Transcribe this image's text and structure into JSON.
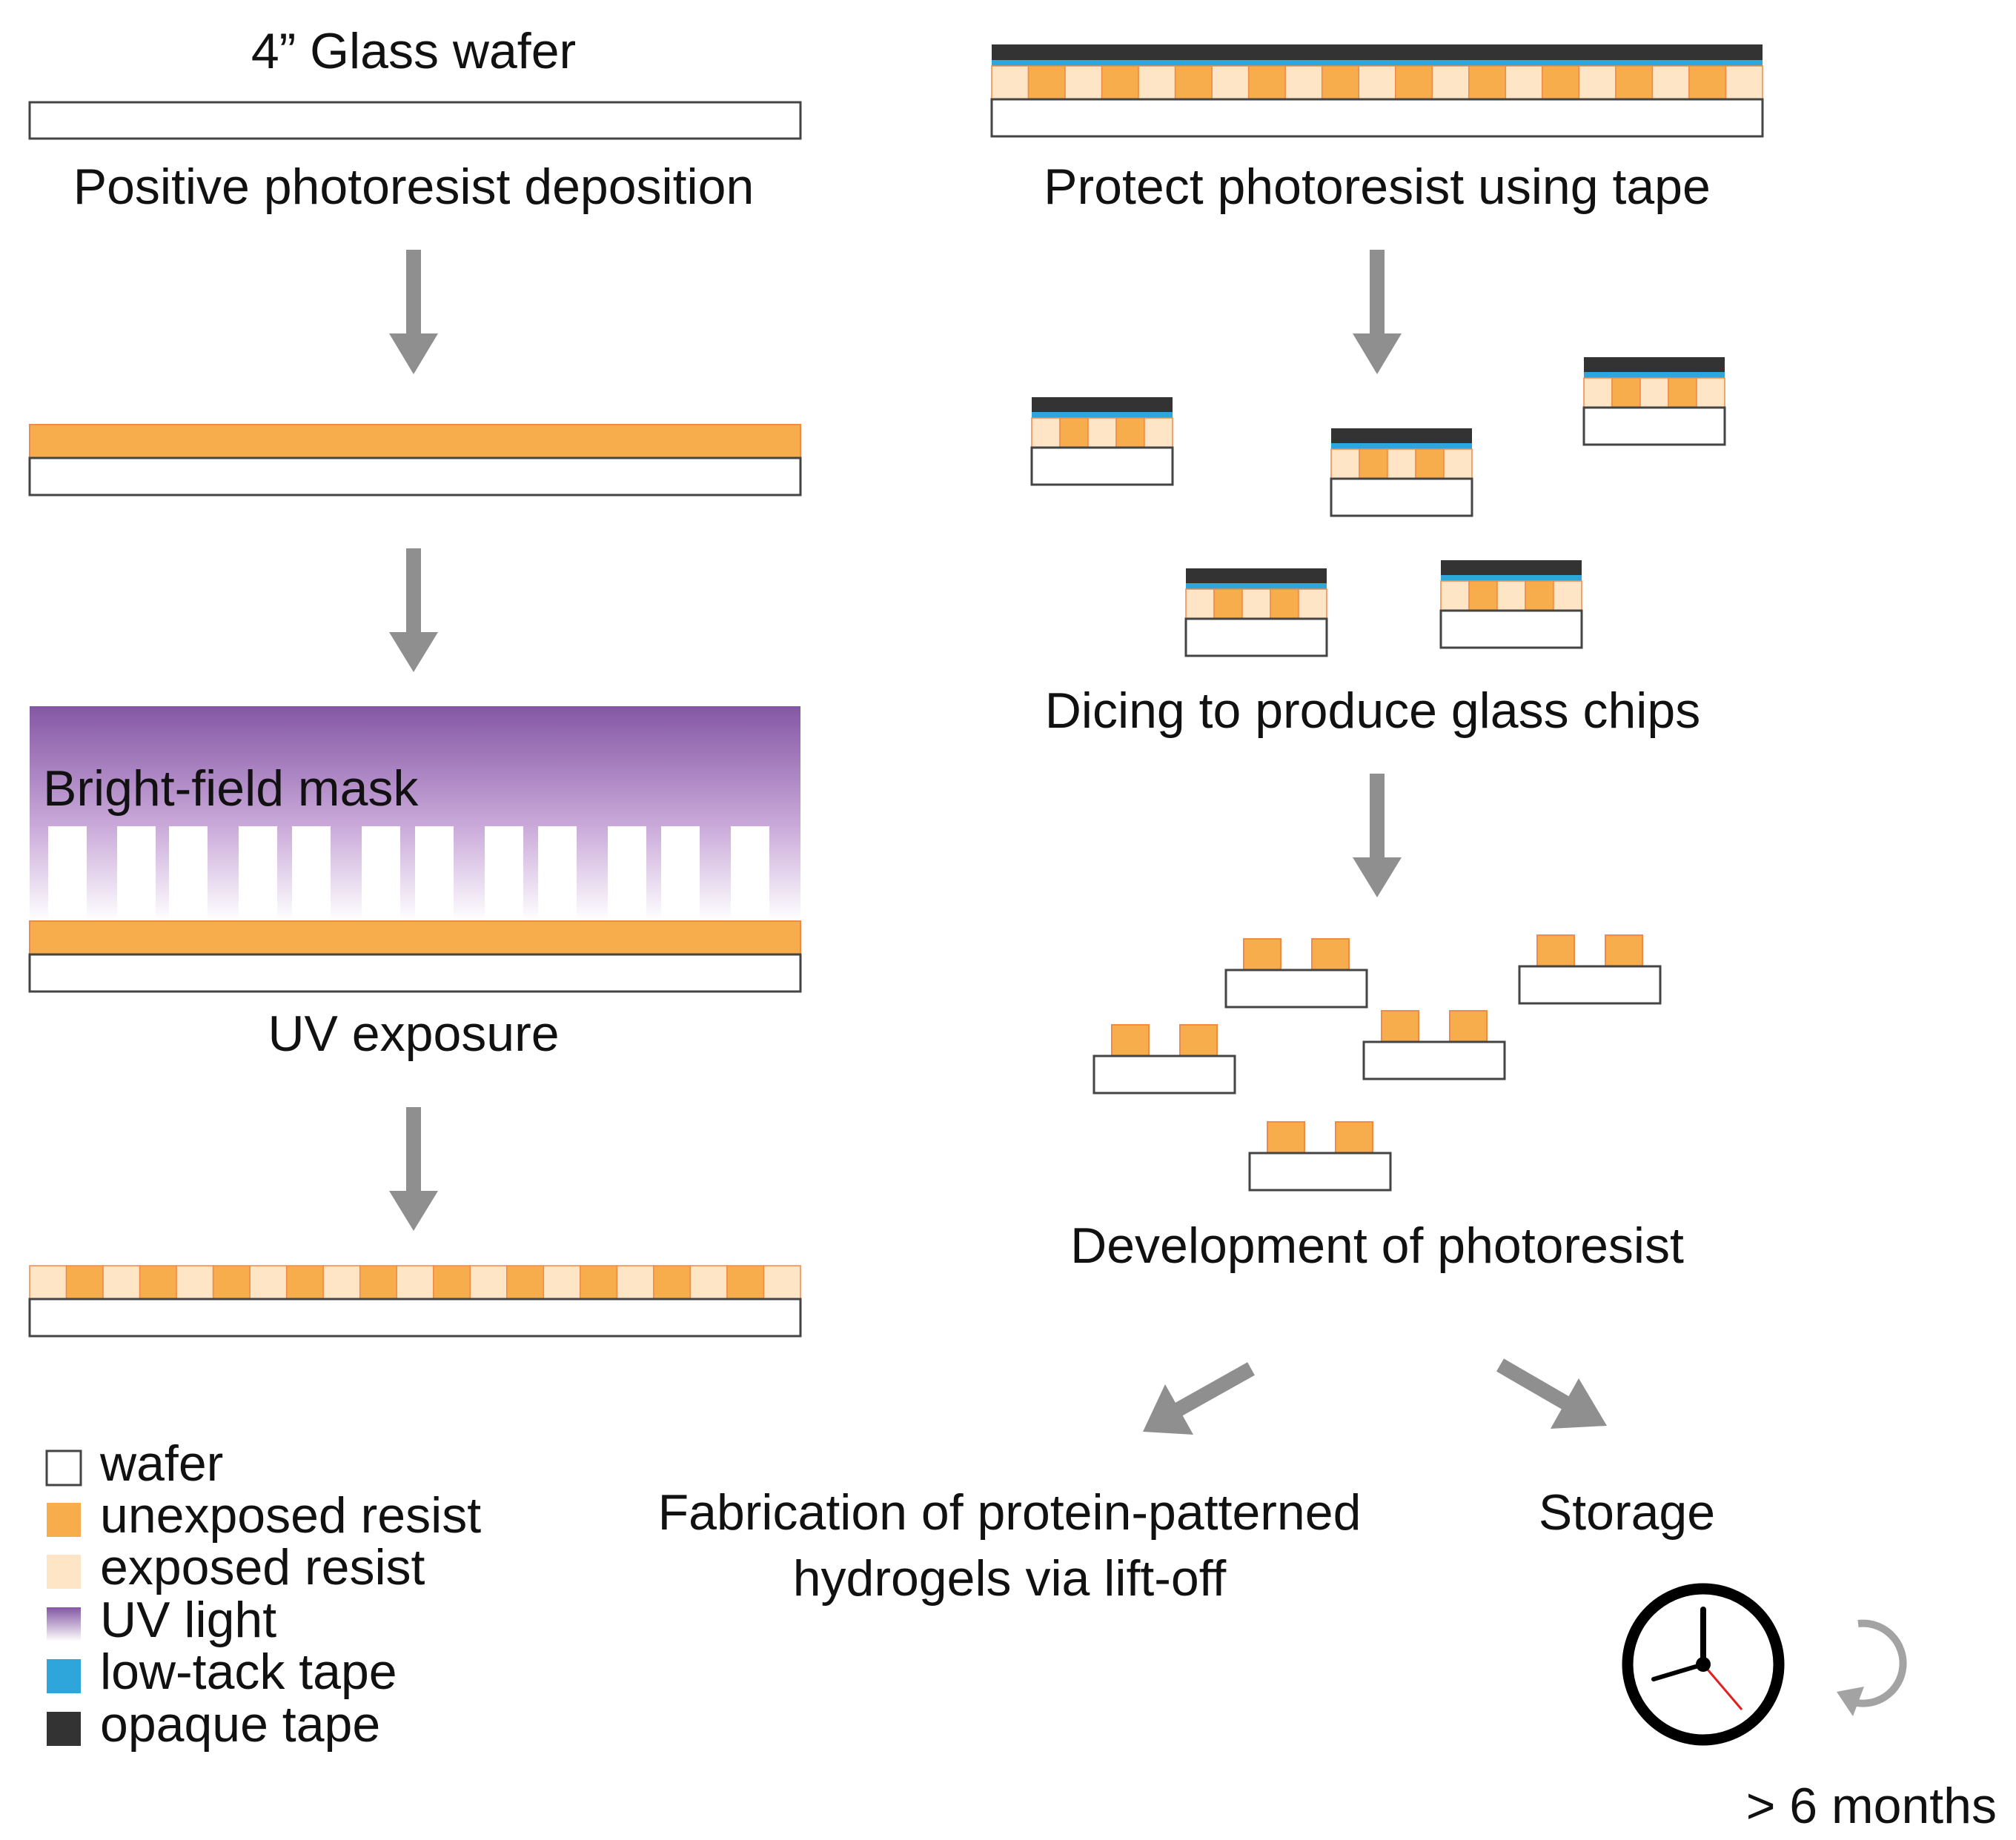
{
  "labels": {
    "glass_wafer": "4” Glass wafer",
    "photoresist_deposition": "Positive photoresist deposition",
    "mask": "Bright-field mask",
    "uv_exposure": "UV exposure",
    "protect": "Protect photoresist using tape",
    "dicing": "Dicing to produce glass chips",
    "development": "Development of photoresist",
    "fabrication_line1": "Fabrication of protein-patterned",
    "fabrication_line2": "hydrogels via lift-off",
    "storage": "Storage",
    "duration": "> 6 months"
  },
  "legend": [
    {
      "label": "wafer",
      "color": "#ffffff"
    },
    {
      "label": "unexposed resist",
      "color": "#f7ad4c"
    },
    {
      "label": "exposed resist",
      "color": "#fde5c6"
    },
    {
      "label": "UV light",
      "color": "#8457a4"
    },
    {
      "label": "low-tack tape",
      "color": "#2ea6dc"
    },
    {
      "label": "opaque tape",
      "color": "#333333"
    }
  ],
  "icons": {
    "flow_arrow": "down-arrow-icon",
    "storage_clock": "clock-icon",
    "refresh": "refresh-icon"
  },
  "colors": {
    "wafer_stroke": "#444444",
    "resist_stroke": "#f08a48",
    "arrow": "#8f8f8f",
    "clock_hand_red": "#e02020"
  }
}
